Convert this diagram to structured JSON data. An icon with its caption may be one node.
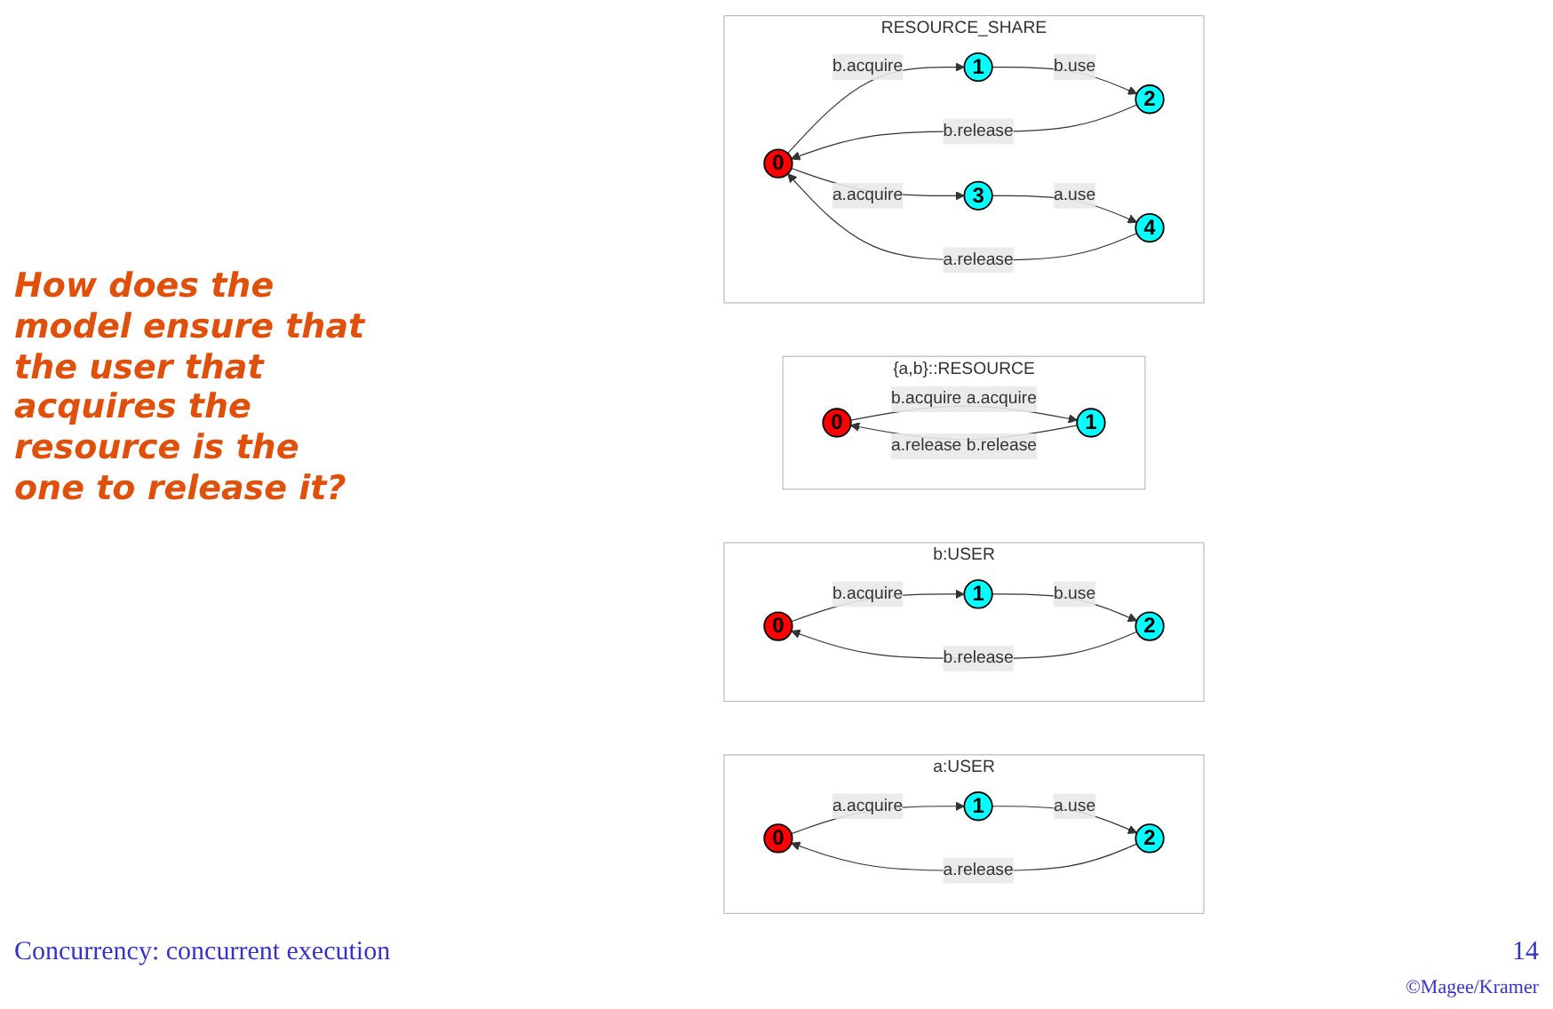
{
  "diagram": {
    "nodes": [
      {
        "text": [
          "a:USER"
        ]
      },
      {
        "text": [
          "0"
        ],
        "in": 0
      },
      {
        "text": [
          "1"
        ],
        "in": 0
      },
      {
        "text": [
          "2"
        ],
        "in": 0
      },
      {
        "text": [
          "b:USER"
        ]
      },
      {
        "text": [
          "0"
        ],
        "in": 4
      },
      {
        "text": [
          "1"
        ],
        "in": 4
      },
      {
        "text": [
          "2"
        ],
        "in": 4
      },
      {
        "text": [
          "{a,b}::RESOURCE"
        ]
      },
      {
        "text": [
          "0"
        ],
        "in": 8
      },
      {
        "text": [
          "1"
        ],
        "in": 8
      },
      {
        "text": [
          "RESOURCE_SHARE"
        ]
      },
      {
        "text": [
          "0"
        ],
        "in": 11
      },
      {
        "text": [
          "1"
        ],
        "in": 11
      },
      {
        "text": [
          "2"
        ],
        "in": 11
      },
      {
        "text": [
          "3"
        ],
        "in": 11
      },
      {
        "text": [
          "4"
        ],
        "in": 11
      }
    ],
    "edges": [
      {
        "from": 1,
        "to": 2,
        "arrow": "to",
        "label": "a.acquire"
      },
      {
        "from": 2,
        "to": 3,
        "arrow": "to",
        "label": "a.use"
      },
      {
        "from": 3,
        "to": 1,
        "arrow": "to",
        "label": "a.release"
      },
      {
        "from": 5,
        "to": 6,
        "arrow": "to",
        "label": "b.acquire"
      },
      {
        "from": 6,
        "to": 7,
        "arrow": "to",
        "label": "b.use"
      },
      {
        "from": 7,
        "to": 5,
        "arrow": "to",
        "label": "b.release"
      },
      {
        "from": 9,
        "to": 10,
        "arrow": "to",
        "label": "b.acquire a.acquire"
      },
      {
        "from": 10,
        "to": 9,
        "arrow": "to",
        "label": "a.release b.release"
      },
      {
        "from": 12,
        "to": 13,
        "arrow": "to",
        "label": "b.acquire"
      },
      {
        "from": 13,
        "to": 14,
        "arrow": "to",
        "label": "b.use"
      },
      {
        "from": 14,
        "to": 12,
        "arrow": "to",
        "label": "b.release"
      },
      {
        "from": 12,
        "to": 15,
        "arrow": "to",
        "label": "a.acquire"
      },
      {
        "from": 15,
        "to": 16,
        "arrow": "to",
        "label": "a.use"
      },
      {
        "from": 16,
        "to": 12,
        "arrow": "to",
        "label": "a.release"
      }
    ],
    "labels": [
      "How does the model ensure that the user that acquires the resource is the one to release it?",
      "Concurrency: concurrent execution",
      "14",
      "©Magee/Kramer"
    ]
  }
}
